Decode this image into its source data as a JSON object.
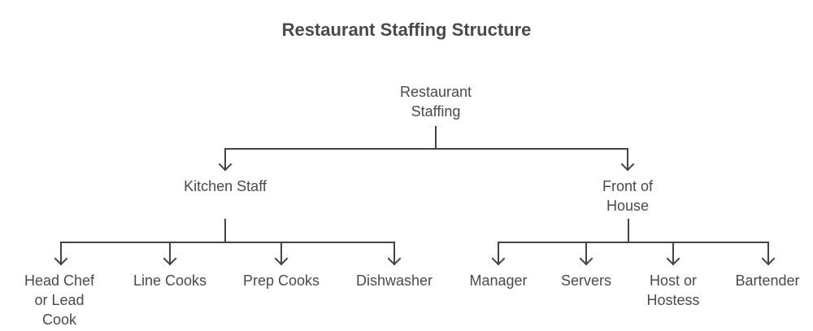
{
  "title": "Restaurant Staffing Structure",
  "colors": {
    "text": "#4a4a4a",
    "line": "#444444",
    "background": "#ffffff"
  },
  "tree": {
    "root": {
      "label": "Restaurant\nStaffing"
    },
    "branches": [
      {
        "label": "Kitchen Staff",
        "children": [
          {
            "label": "Head Chef\nor Lead\nCook"
          },
          {
            "label": "Line Cooks"
          },
          {
            "label": "Prep Cooks"
          },
          {
            "label": "Dishwasher"
          }
        ]
      },
      {
        "label": "Front of\nHouse",
        "children": [
          {
            "label": "Manager"
          },
          {
            "label": "Servers"
          },
          {
            "label": "Host or\nHostess"
          },
          {
            "label": "Bartender"
          }
        ]
      }
    ]
  }
}
